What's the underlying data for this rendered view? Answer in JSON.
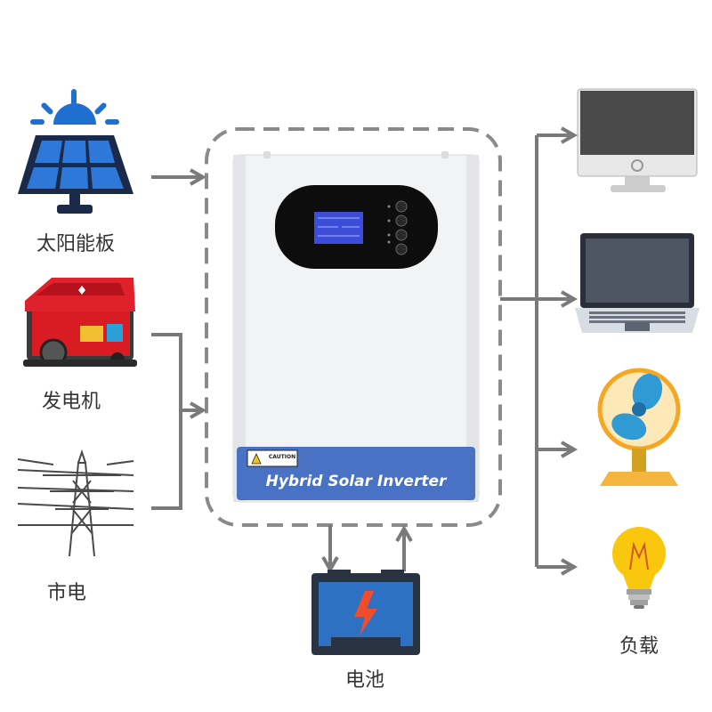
{
  "inputs": {
    "solar_label": "太阳能板",
    "generator_label": "发电机",
    "grid_label": "市电"
  },
  "device": {
    "name_label": "Hybrid Solar Inverter",
    "caution_label": "CAUTION"
  },
  "battery": {
    "label": "电池"
  },
  "outputs": {
    "label": "负载"
  },
  "colors": {
    "arrow": "#7a7a7a",
    "dashed_border": "#8a8a8a",
    "inverter_blue": "#4a72c4",
    "battery_blue": "#2f6fc0",
    "accent_orange": "#f5b640"
  }
}
